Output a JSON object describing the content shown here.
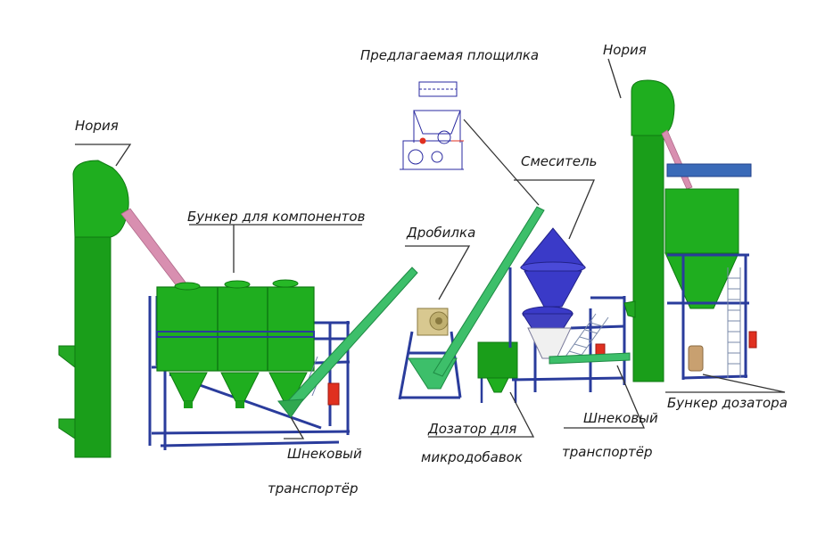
{
  "labels": {
    "noria_left": "Нория",
    "noria_right": "Нория",
    "bunker_components": "Бункер для компонентов",
    "proposed_site": "Предлагаемая площилка",
    "mixer": "Смеситель",
    "crusher": "Дробилка",
    "screw_conveyor_left_line1": "Шнековый",
    "screw_conveyor_left_line2": "транспортёр",
    "dispenser_line1": "Дозатор для",
    "dispenser_line2": "микродобавок",
    "screw_conveyor_right_line1": "Шнековый",
    "screw_conveyor_right_line2": "транспортёр",
    "dosing_bunker": "Бункер дозатора"
  },
  "colors": {
    "green": "#1a9e1a",
    "green_dark": "#0f7a12",
    "frame_blue": "#2a3c9c",
    "conveyor_green": "#3dbf6a",
    "mixer_blue": "#3a3ac8",
    "pink_chute": "#d88fb0",
    "red_accent": "#e03020",
    "tan": "#c8a070",
    "roof_blue": "#3a6ab8"
  }
}
